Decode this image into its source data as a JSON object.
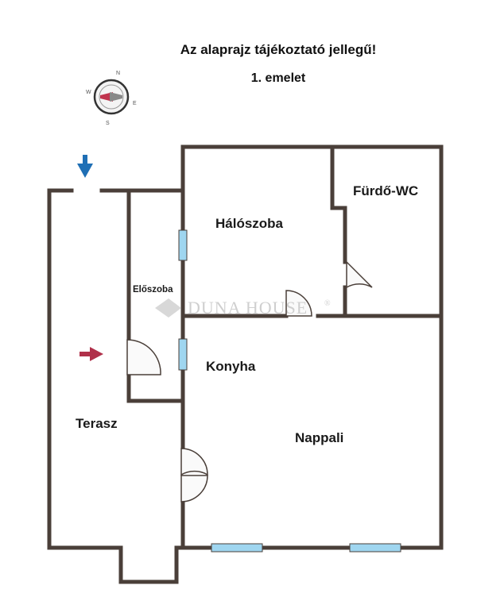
{
  "header": {
    "line1": "Az alaprajz tájékoztató jellegű!",
    "line2": "1. emelet"
  },
  "compass": {
    "n": "N",
    "e": "E",
    "s": "S",
    "w": "W"
  },
  "rooms": {
    "halo": "Hálószoba",
    "furdo": "Fürdő-WC",
    "eloszoba": "Előszoba",
    "konyha": "Konyha",
    "terasz": "Terasz",
    "nappali": "Nappali"
  },
  "watermark": {
    "brand": "DUNA HOUSE",
    "mark": "®"
  },
  "colors": {
    "wall": "#4a3f39",
    "window": "#9fd6f0",
    "entry_arrow": "#1f6fb5",
    "terrace_arrow": "#b0304a"
  }
}
